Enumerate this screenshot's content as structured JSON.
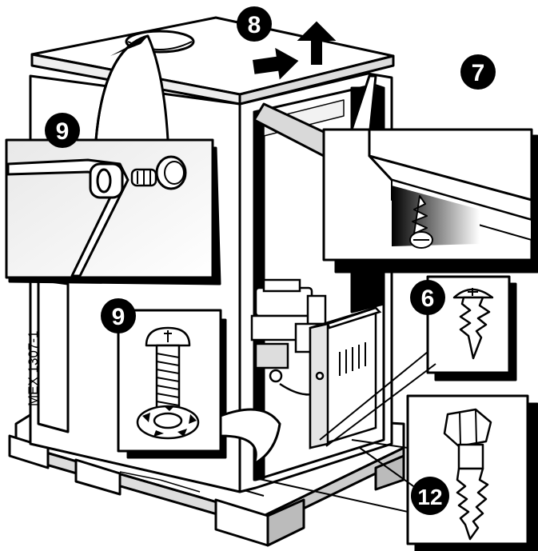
{
  "figure": {
    "doc_code": "MEX 1307-1",
    "callouts": {
      "top_arrow": "8",
      "top_right": "7",
      "hinge_panel": "9",
      "bolt_panel": "9",
      "screw_panel": "6",
      "lag_panel": "12"
    }
  }
}
